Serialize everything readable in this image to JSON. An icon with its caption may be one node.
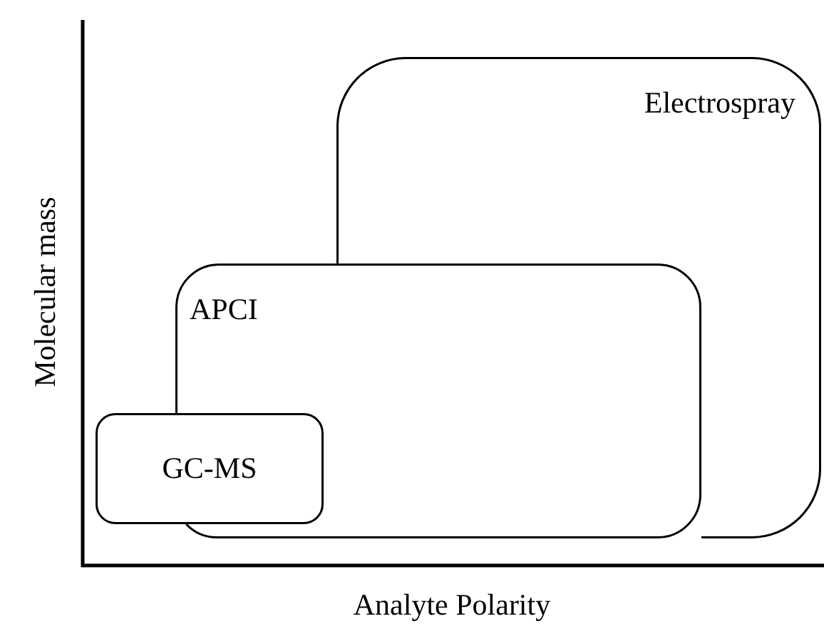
{
  "diagram": {
    "nodes": [
      {
        "text": [
          "Electrospray"
        ]
      },
      {
        "text": [
          "APCI"
        ]
      },
      {
        "text": [
          "GC-MS"
        ]
      }
    ],
    "labels": [
      "Molecular mass",
      "Analyte Polarity"
    ]
  }
}
